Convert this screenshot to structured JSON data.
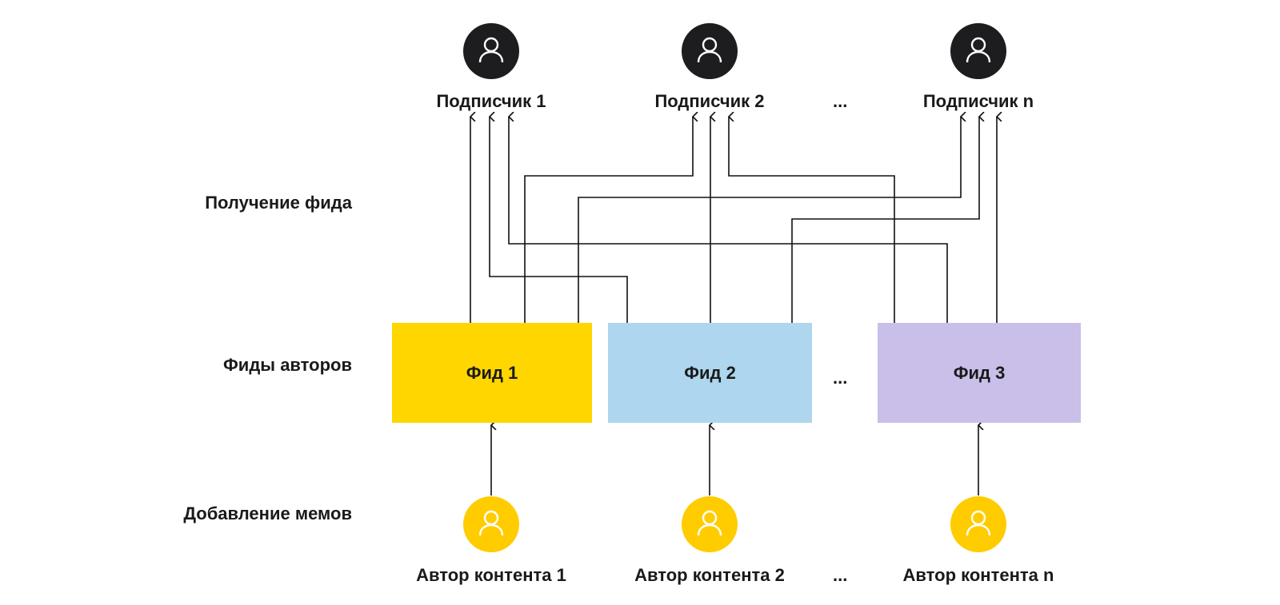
{
  "row_labels": {
    "feed_fetch": "Получение фида",
    "author_feeds": "Фиды авторов",
    "meme_adding": "Добавление мемов"
  },
  "subscribers": [
    {
      "label": "Подписчик 1",
      "icon": "user-icon"
    },
    {
      "label": "Подписчик 2",
      "icon": "user-icon"
    },
    {
      "label": "Подписчик n",
      "icon": "user-icon"
    }
  ],
  "feeds": [
    {
      "label": "Фид 1",
      "color": "#FFD600"
    },
    {
      "label": "Фид 2",
      "color": "#AED6EE"
    },
    {
      "label": "Фид 3",
      "color": "#C9BFE8"
    }
  ],
  "authors": [
    {
      "label": "Автор контента 1",
      "icon": "user-icon"
    },
    {
      "label": "Автор контента 2",
      "icon": "user-icon"
    },
    {
      "label": "Автор контента n",
      "icon": "user-icon"
    }
  ],
  "ellipsis": "...",
  "colors": {
    "subscriber_avatar": "#1D1D20",
    "author_avatar": "#FFCC00",
    "line": "#111111"
  },
  "connections": [
    {
      "from": "Фид 1",
      "to": "Подписчик 1"
    },
    {
      "from": "Фид 1",
      "to": "Подписчик 2"
    },
    {
      "from": "Фид 1",
      "to": "Подписчик n"
    },
    {
      "from": "Фид 2",
      "to": "Подписчик 1"
    },
    {
      "from": "Фид 2",
      "to": "Подписчик 2"
    },
    {
      "from": "Фид 2",
      "to": "Подписчик n"
    },
    {
      "from": "Фид 3",
      "to": "Подписчик 1"
    },
    {
      "from": "Фид 3",
      "to": "Подписчик 2"
    },
    {
      "from": "Фид 3",
      "to": "Подписчик n"
    },
    {
      "from": "Автор контента 1",
      "to": "Фид 1"
    },
    {
      "from": "Автор контента 2",
      "to": "Фид 2"
    },
    {
      "from": "Автор контента n",
      "to": "Фид 3"
    }
  ]
}
